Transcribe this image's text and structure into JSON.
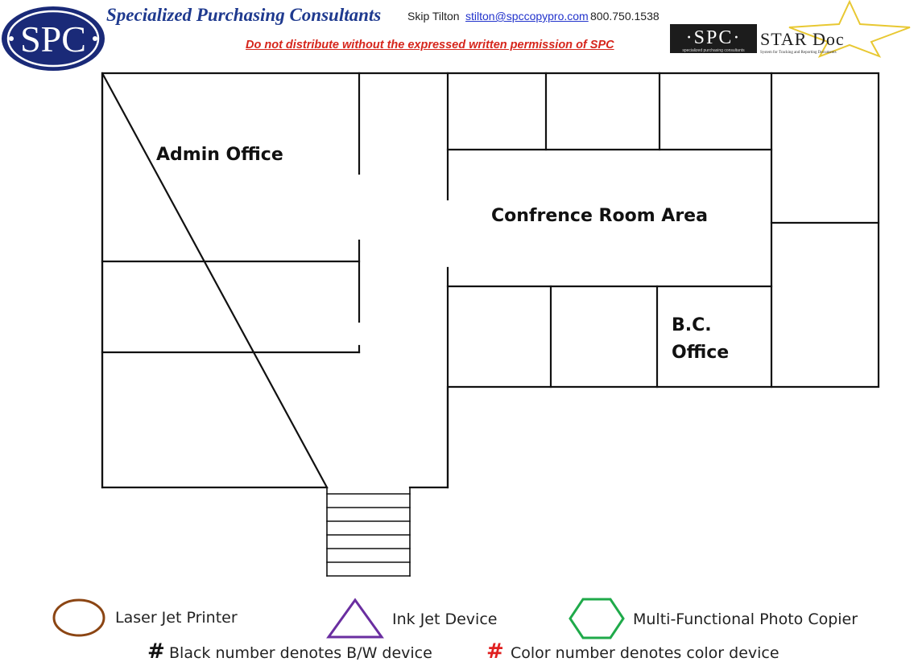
{
  "header": {
    "logo_text": "SPC",
    "company_name": "Specialized Purchasing Consultants",
    "contact_name": "Skip Tilton",
    "contact_email": "stilton@spccopypro.com",
    "contact_phone": "800.750.1538",
    "warning": "Do not distribute without the expressed written permission of SPC",
    "stardoc": {
      "spc_text": "·SPC·",
      "spc_subtitle": "specialized purchasing consultants",
      "title": "STAR Doc",
      "subtitle": "System for Tracking and Reporting Documents"
    }
  },
  "floorplan": {
    "rooms": {
      "admin_office": "Admin Office",
      "conference_area": "Confrence Room Area",
      "bc_office_line1": "B.C.",
      "bc_office_line2": "Office"
    }
  },
  "legend": {
    "laser": "Laser Jet Printer",
    "inkjet": "Ink Jet Device",
    "mfp": "Multi-Functional Photo Copier",
    "bw_symbol": "#",
    "bw_note": "Black number denotes B/W device",
    "color_symbol": "#",
    "color_note": "Color number denotes color device"
  },
  "colors": {
    "brand_navy": "#1a2a78",
    "warning_red": "#d6261c",
    "laser_brown": "#8b4513",
    "inkjet_purple": "#6a2ea0",
    "mfp_green": "#1faa4a"
  }
}
